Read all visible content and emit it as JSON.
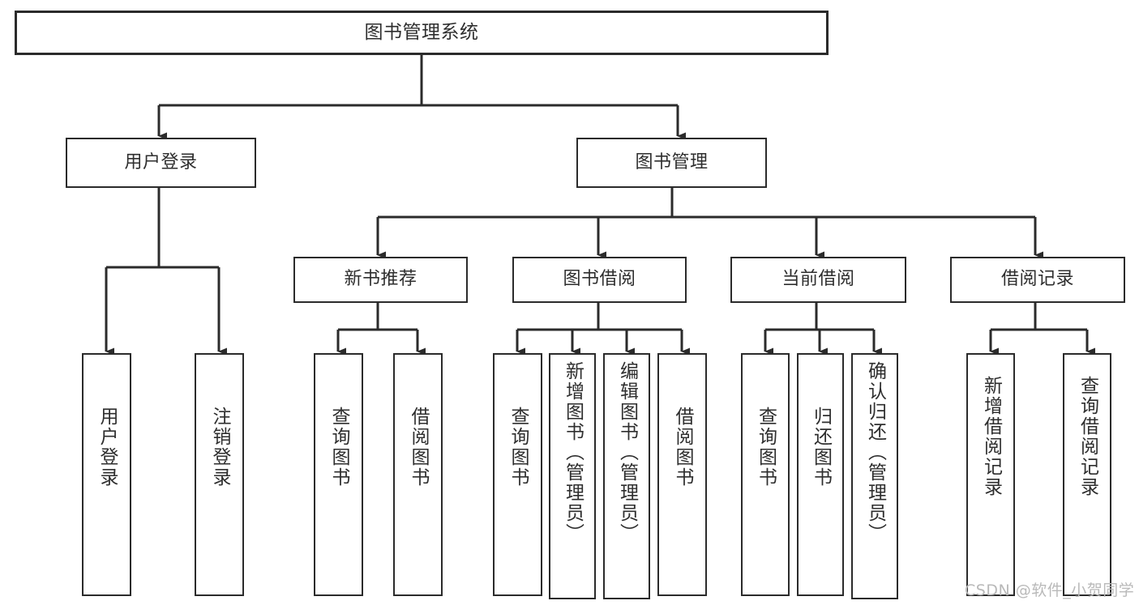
{
  "diagram": {
    "type": "tree",
    "title": "图书管理系统",
    "watermark": "CSDN @软件_小贺同学",
    "colors": {
      "stroke": "#2b2b2b",
      "fill": "#ffffff",
      "text": "#2e2e2e",
      "watermark": "#b9b9b9"
    },
    "nodes": {
      "root": {
        "label": "图书管理系统"
      },
      "level2": [
        {
          "id": "user-login",
          "label": "用户登录"
        },
        {
          "id": "book-manage",
          "label": "图书管理"
        }
      ],
      "level3": [
        {
          "id": "new-book-rec",
          "label": "新书推荐"
        },
        {
          "id": "book-borrow",
          "label": "图书借阅"
        },
        {
          "id": "current-borrow",
          "label": "当前借阅"
        },
        {
          "id": "borrow-record",
          "label": "借阅记录"
        }
      ],
      "leaves": [
        {
          "id": "leaf-user-login",
          "label": "用户登录",
          "parent": "user-login"
        },
        {
          "id": "leaf-logout",
          "label": "注销登录",
          "parent": "user-login"
        },
        {
          "id": "leaf-query-book-1",
          "label": "查询图书",
          "parent": "new-book-rec"
        },
        {
          "id": "leaf-borrow-book-1",
          "label": "借阅图书",
          "parent": "new-book-rec"
        },
        {
          "id": "leaf-query-book-2",
          "label": "查询图书",
          "parent": "book-borrow"
        },
        {
          "id": "leaf-add-book",
          "label": "新增图书（管理员）",
          "parent": "book-borrow"
        },
        {
          "id": "leaf-edit-book",
          "label": "编辑图书（管理员）",
          "parent": "book-borrow"
        },
        {
          "id": "leaf-borrow-book-2",
          "label": "借阅图书",
          "parent": "book-borrow"
        },
        {
          "id": "leaf-query-book-3",
          "label": "查询图书",
          "parent": "current-borrow"
        },
        {
          "id": "leaf-return-book",
          "label": "归还图书",
          "parent": "current-borrow"
        },
        {
          "id": "leaf-confirm-return",
          "label": "确认归还（管理员）",
          "parent": "current-borrow"
        },
        {
          "id": "leaf-add-record",
          "label": "新增借阅记录",
          "parent": "borrow-record"
        },
        {
          "id": "leaf-query-record",
          "label": "查询借阅记录",
          "parent": "borrow-record"
        }
      ]
    }
  }
}
